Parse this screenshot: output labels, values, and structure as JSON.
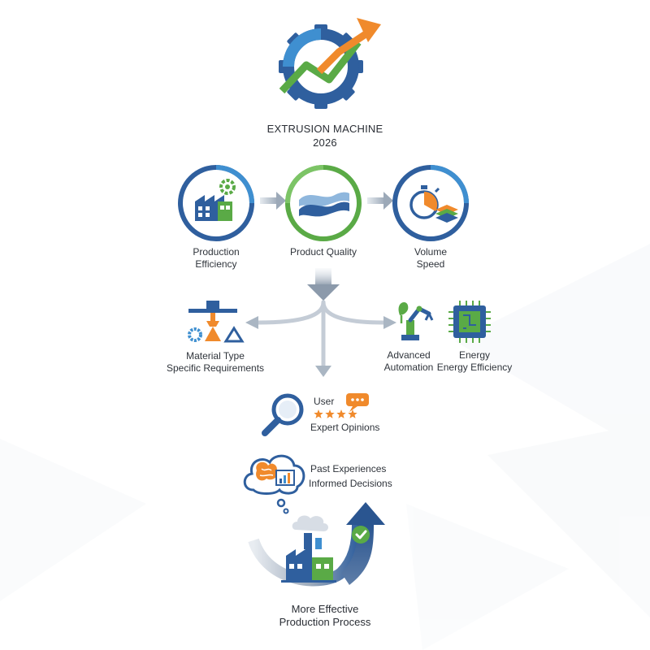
{
  "header": {
    "title_line1": "EXTRUSION MACHINE",
    "title_line2": "2026"
  },
  "factors": [
    {
      "line1": "Production",
      "line2": "Efficiency",
      "icon": "factory-gear-icon"
    },
    {
      "line1": "Product Quality",
      "line2": "",
      "icon": "wave-icon"
    },
    {
      "line1": "Volume",
      "line2": "Speed",
      "icon": "stopwatch-layers-icon"
    }
  ],
  "considerations": {
    "material": {
      "line1": "Material Type",
      "line2": "Specific Requirements",
      "icon": "material-shapes-icon"
    },
    "automation": {
      "line1": "Advanced",
      "line2": "Automation",
      "icon": "robot-arm-icon"
    },
    "energy": {
      "line1": "Energy",
      "line2": "Energy Efficiency",
      "icon": "chip-icon"
    }
  },
  "opinions": {
    "line1": "User",
    "line2": "Expert Opinions",
    "rating": 4,
    "icon": "magnifier-icon"
  },
  "experience": {
    "line1": "Past Experiences",
    "line2": "Informed Decisions",
    "icon": "thought-cloud-icon"
  },
  "outcome": {
    "line1": "More Effective",
    "line2": "Production Process",
    "icon": "factory-check-icon"
  },
  "colors": {
    "blue": "#2f5f9e",
    "light_blue": "#3f8fd0",
    "green": "#5aaa46",
    "orange": "#f08a2c",
    "gray": "#9aa7b6"
  }
}
